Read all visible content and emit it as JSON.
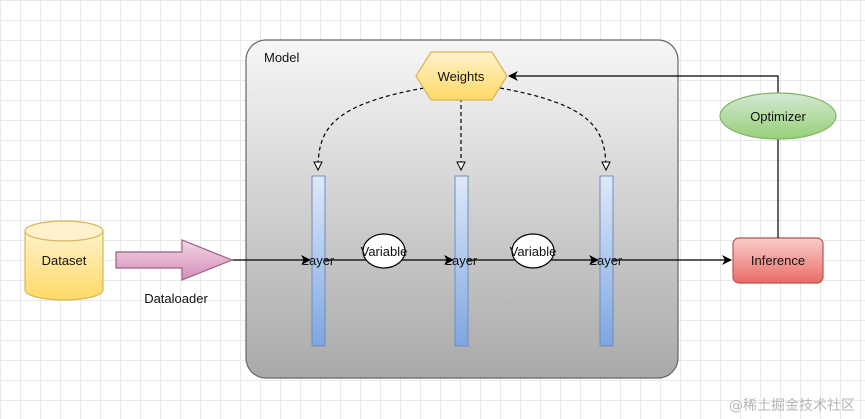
{
  "model": {
    "label": "Model"
  },
  "weights": {
    "label": "Weights"
  },
  "optimizer": {
    "label": "Optimizer"
  },
  "inference": {
    "label": "Inference"
  },
  "dataset": {
    "label": "Dataset"
  },
  "dataloader": {
    "label": "Dataloader"
  },
  "layers": [
    {
      "label": "Layer"
    },
    {
      "label": "Layer"
    },
    {
      "label": "Layer"
    }
  ],
  "variables": [
    {
      "label": "Variable"
    },
    {
      "label": "Variable"
    }
  ],
  "watermark": "@稀土掘金技术社区",
  "colors": {
    "weights_fill": "#ffe599",
    "optimizer_fill": "#b9e0a5",
    "inference_fill": "#f19c99",
    "dataset_fill": "#fff2cc",
    "layer_fill": "#b8cde9",
    "arrow_fill": "#e6b8d4"
  }
}
